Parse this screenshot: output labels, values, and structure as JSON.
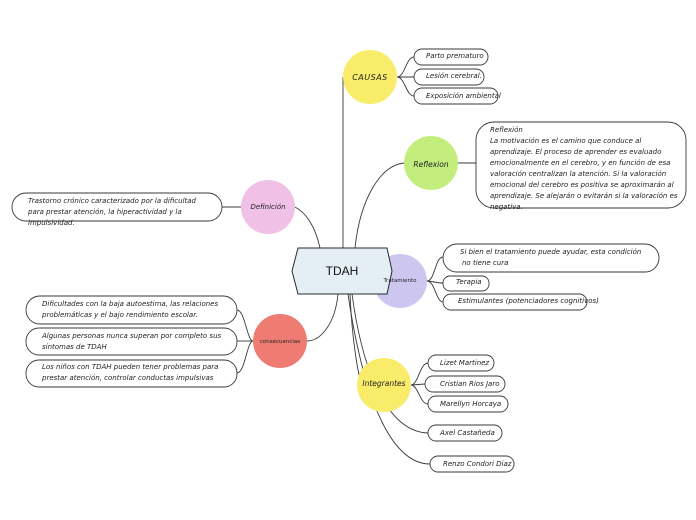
{
  "center": {
    "title": "TDAH"
  },
  "branches": {
    "causas": {
      "label": "CAUSAS",
      "items": [
        "Parto prematuro",
        "Lesión cerebral.",
        "Exposición ambiental"
      ]
    },
    "reflexion": {
      "label": "Reflexion",
      "title": "Reflexión",
      "text": "La motivación es el camino que conduce al aprendizaje. El proceso de aprender es evaluado emocionalmente en el cerebro, y en función de esa valoración centralizan la atención. Si la valoración emocional del cerebro es positiva se aproximarán al aprendizaje. Se alejarán o evitarán si la valoración es negativa."
    },
    "definicion": {
      "label": "Definición",
      "text": "Trastorno crónico caracterizado por la dificultad para prestar atención, la hiperactividad y la impulsividad."
    },
    "tratamiento": {
      "label": "Tratamiento",
      "items": [
        "Si bien el tratamiento puede ayudar, esta condición no tiene cura",
        "Terapia",
        "Estimulantes (potenciadores cognitivos)"
      ]
    },
    "consecuencias": {
      "label": "consecuencias",
      "items": [
        "Dificultades con la baja autoestima, las relaciones problemáticas y el bajo rendimiento escolar.",
        "Algunas personas nunca superan por completo sus síntomas de TDAH",
        "Los niños con TDAH pueden tener problemas para prestar atención, controlar conductas impulsivas"
      ]
    },
    "integrantes": {
      "label": "Integrantes",
      "items": [
        "Lizet Martinez",
        "Cristian Rios Jaro",
        "Marellyn Horcaya",
        "Axel Castañeda",
        "Renzo Condori Diaz"
      ]
    }
  },
  "colors": {
    "causas": "#f9ec6b",
    "reflexion": "#c3ee7e",
    "definicion": "#f0c0e6",
    "tratamiento": "#cdc6ef",
    "consecuencias": "#ee7c72",
    "integrantes": "#f9ec6b",
    "center": "#e4eff5",
    "line": "#3a3a3a"
  }
}
